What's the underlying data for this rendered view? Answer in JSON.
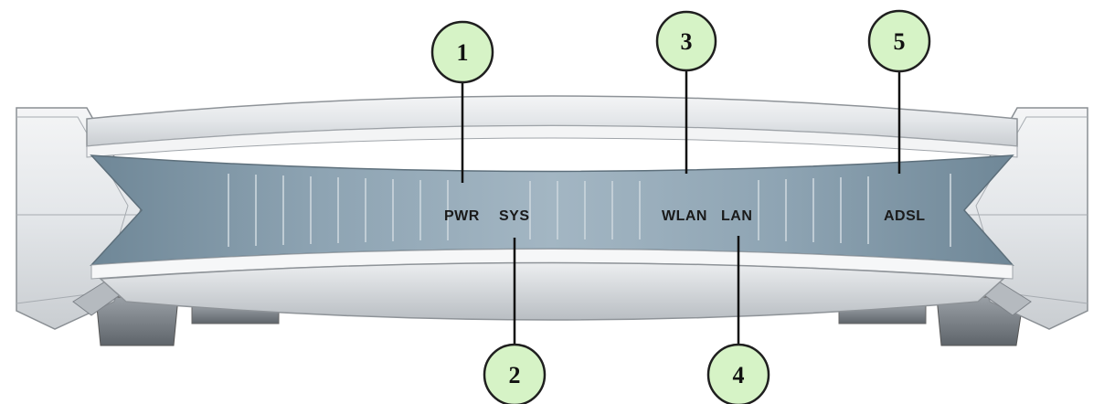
{
  "diagram": {
    "led_labels": {
      "pwr": "PWR",
      "sys": "SYS",
      "wlan": "WLAN",
      "lan": "LAN",
      "adsl": "ADSL"
    },
    "callouts": {
      "c1": "1",
      "c2": "2",
      "c3": "3",
      "c4": "4",
      "c5": "5"
    },
    "colors": {
      "callout_fill": "#d6f3c6",
      "callout_stroke": "#1f1f1f",
      "body_silver": "#d9dcdf",
      "panel_blue": "#8da3b2"
    }
  }
}
